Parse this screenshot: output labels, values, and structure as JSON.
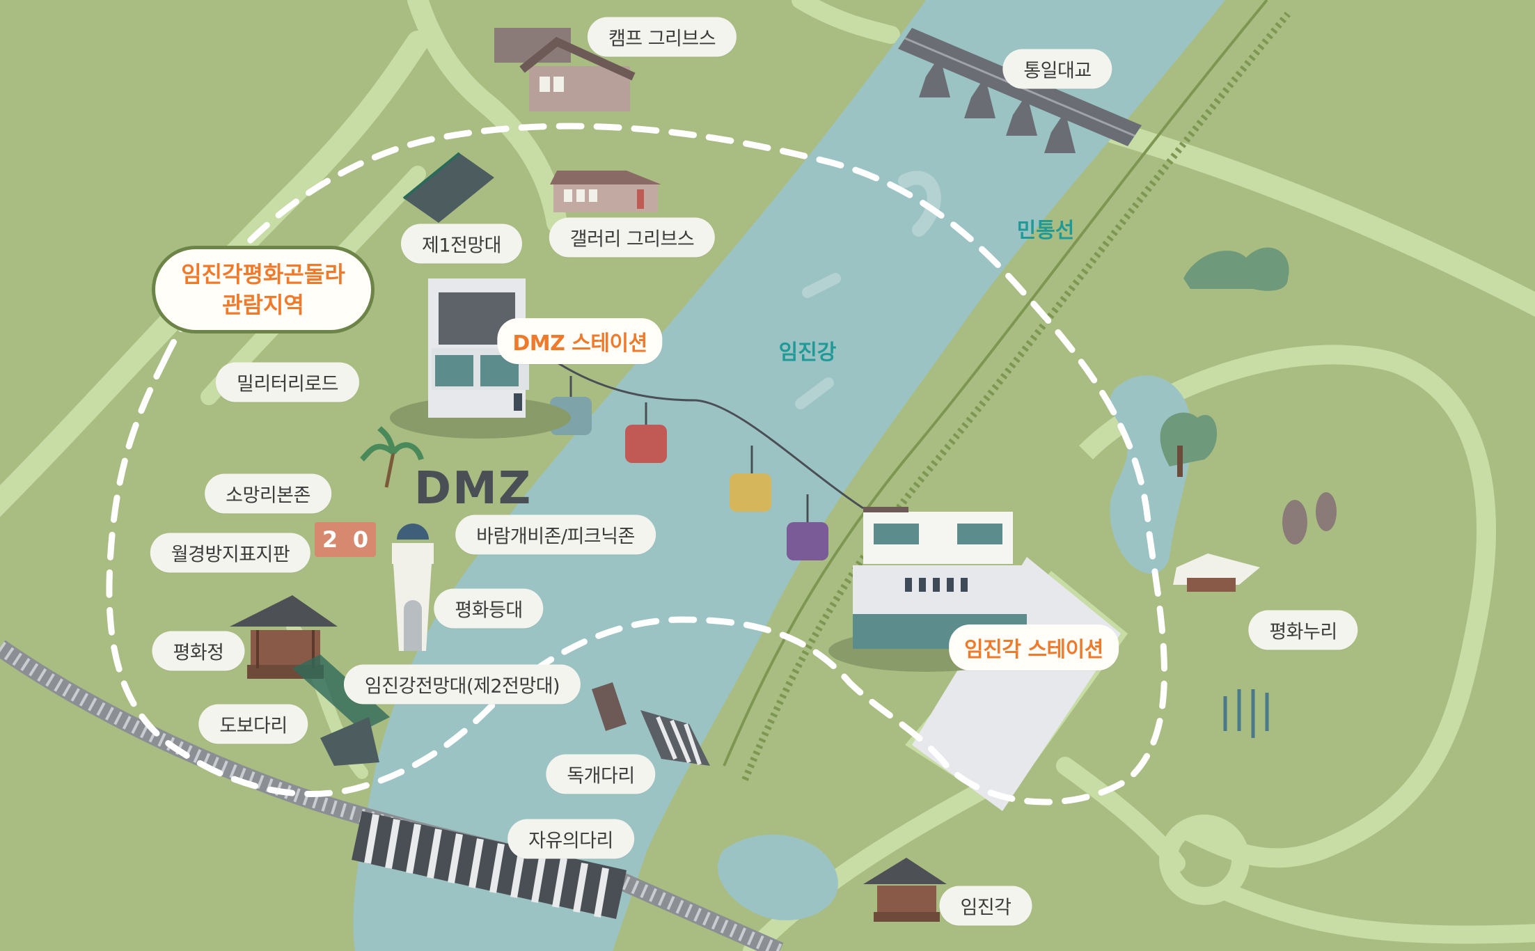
{
  "area_title": {
    "line1": "임진각평화곤돌라",
    "line2": "관람지역"
  },
  "water_labels": {
    "river": "임진강",
    "civilian_line": "민통선"
  },
  "stations": {
    "dmz": "DMZ 스테이션",
    "imjingak": "임진각 스테이션"
  },
  "places": {
    "camp_greaves": "캠프 그리브스",
    "tongil_bridge": "통일대교",
    "observatory_1": "제1전망대",
    "gallery_greaves": "갤러리 그리브스",
    "military_road": "밀리터리로드",
    "somangri": "소망리본존",
    "wolgyeong_sign": "월경방지표지판",
    "pyeonghwa_pavilion": "평화정",
    "walk_bridge": "도보다리",
    "wind_zone": "바람개비존/피크닉존",
    "peace_lighthouse": "평화등대",
    "imjingang_observatory": "임진강전망대(제2전망대)",
    "dokgae_bridge": "독개다리",
    "freedom_bridge": "자유의다리",
    "imjingak": "임진각",
    "peace_nuri": "평화누리"
  },
  "decor": {
    "dmz_letters": "DMZ",
    "sign_digits": [
      "2",
      "0"
    ]
  },
  "colors": {
    "land": "#a9bd82",
    "river": "#9cc3c3",
    "path": "#c8dca6",
    "station_text": "#ef7a2c",
    "river_text": "#1f9a97"
  }
}
